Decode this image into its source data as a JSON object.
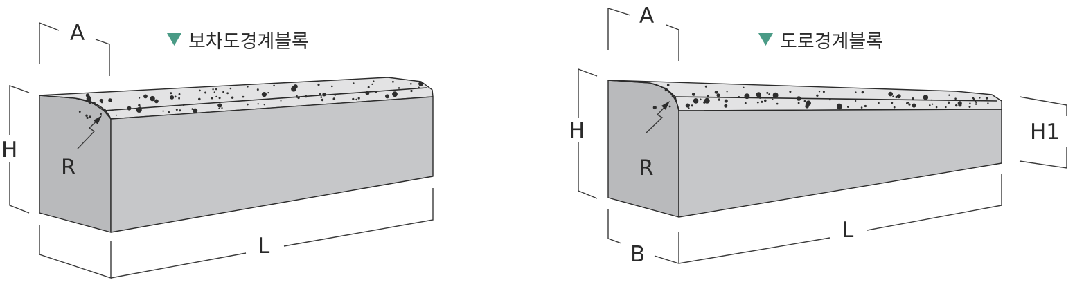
{
  "colors": {
    "marker": "#4a9b86",
    "front_face": "#c6c7c9",
    "top_face": "#e3e3e4",
    "end_face": "#b9babc",
    "stroke": "#2b2b2b"
  },
  "icons": {
    "title_marker": "triangle-down-icon"
  },
  "left_block": {
    "title": "보차도경계블록",
    "labels": {
      "a": "A",
      "h": "H",
      "r": "R",
      "l": "L"
    }
  },
  "right_block": {
    "title": "도로경계블록",
    "labels": {
      "a": "A",
      "h": "H",
      "r": "R",
      "l": "L",
      "b": "B",
      "h1": "H1"
    }
  }
}
